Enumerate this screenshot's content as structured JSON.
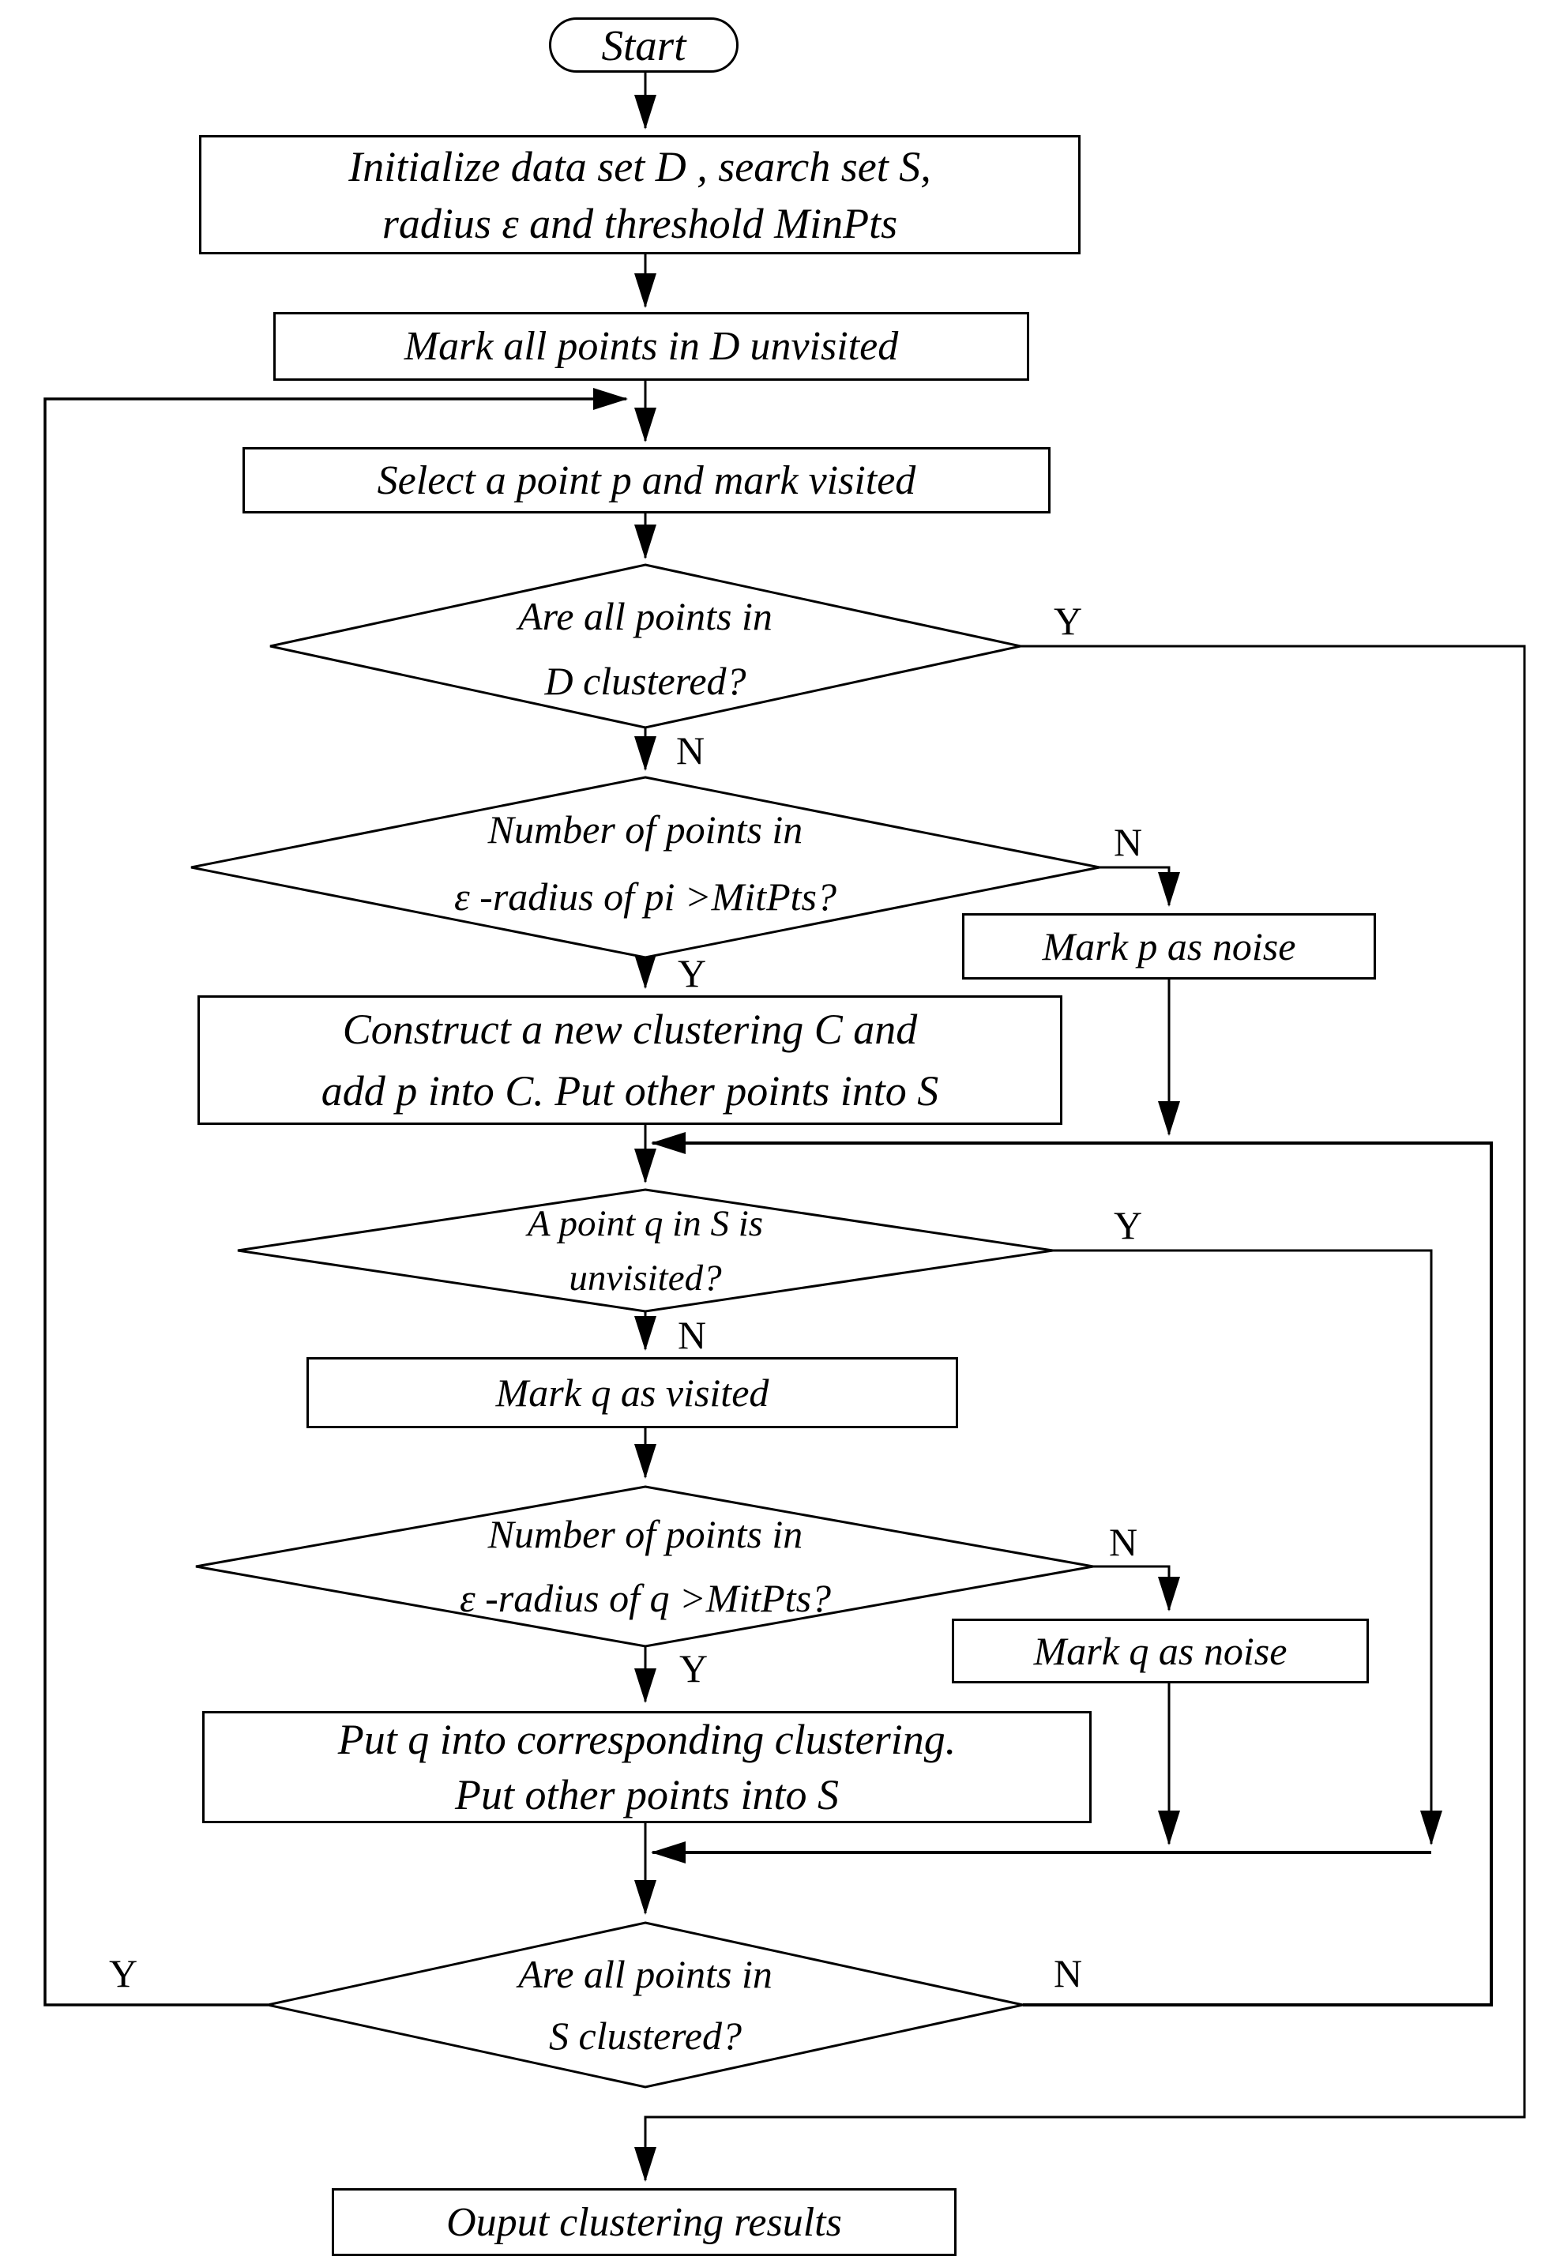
{
  "labels": {
    "yes": "Y",
    "no": "N"
  },
  "nodes": {
    "start": "Start",
    "init": {
      "line1": "Initialize data set D , search set S,",
      "line2": "radius  ε and threshold MinPts"
    },
    "mark_all_unvisited": "Mark all points in D unvisited",
    "select_p": "Select a point p and mark visited",
    "d_clustered": {
      "line1": "Are all points in",
      "line2": "D clustered?"
    },
    "eps_p": {
      "line1": "Number of points in",
      "line2": "ε -radius of pi >MitPts?"
    },
    "mark_p_noise": "Mark p as noise",
    "construct_c": {
      "line1": "Construct a new clustering C and",
      "line2": "add p into C. Put other points into S"
    },
    "q_unvisited": {
      "line1": "A point q in S is",
      "line2": "unvisited?"
    },
    "mark_q_visited": "Mark q as visited",
    "eps_q": {
      "line1": "Number of points in",
      "line2": "ε -radius of q >MitPts?"
    },
    "mark_q_noise": "Mark q as noise",
    "put_q": {
      "line1": "Put q into corresponding clustering.",
      "line2": "Put other points into S"
    },
    "s_clustered": {
      "line1": "Are all points in",
      "line2": "S clustered?"
    },
    "output": "Ouput clustering results"
  },
  "colors": {
    "line": "#000000",
    "background": "#ffffff",
    "text": "#000000"
  }
}
